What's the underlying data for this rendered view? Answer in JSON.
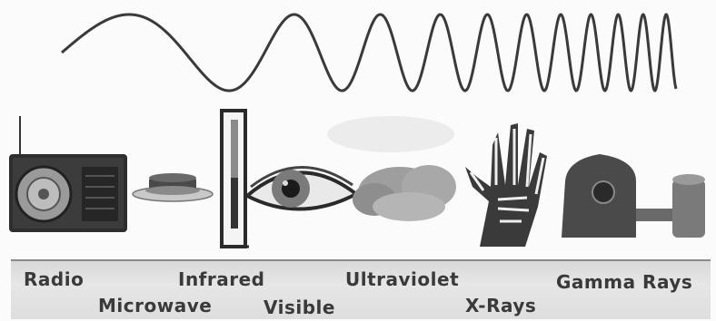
{
  "spectrum": {
    "bands": [
      {
        "key": "radio",
        "label": "Radio",
        "icon": "radio-icon"
      },
      {
        "key": "microwave",
        "label": "Microwave",
        "icon": "microwave-dish-icon"
      },
      {
        "key": "infrared",
        "label": "Infrared",
        "icon": "thermometer-icon"
      },
      {
        "key": "visible",
        "label": "Visible",
        "icon": "eye-icon"
      },
      {
        "key": "ultraviolet",
        "label": "Ultraviolet",
        "icon": "cloud-sun-icon"
      },
      {
        "key": "xrays",
        "label": "X-Rays",
        "icon": "hand-xray-icon"
      },
      {
        "key": "gamma",
        "label": "Gamma Rays",
        "icon": "reactor-icon"
      }
    ]
  },
  "colors": {
    "wave": "#3a3a3a",
    "label_text": "#3a3a3a",
    "strip": "#dcdcdc"
  }
}
